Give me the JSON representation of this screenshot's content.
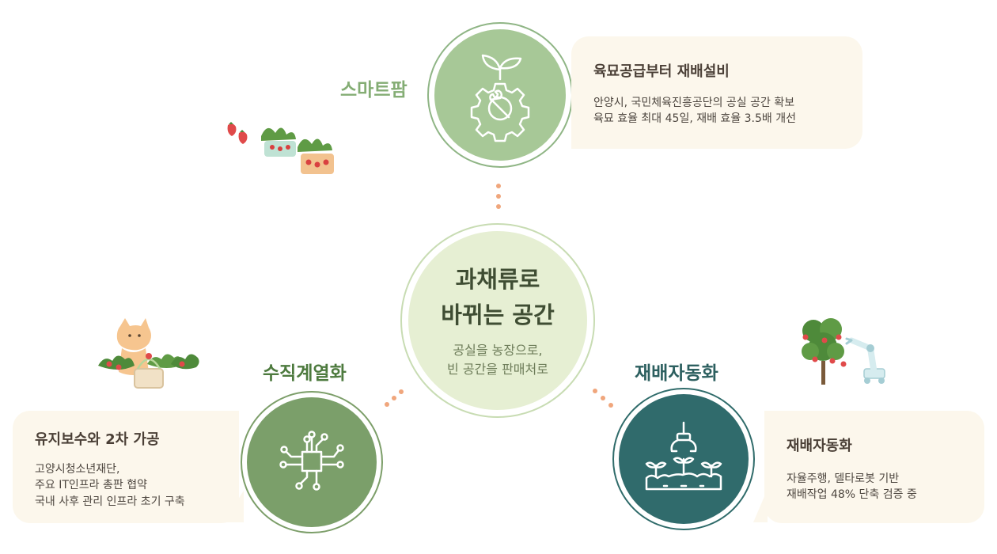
{
  "center": {
    "title_line1": "과채류로",
    "title_line2": "바뀌는 공간",
    "subtitle_line1": "공실을 농장으로,",
    "subtitle_line2": "빈 공간을 판매처로"
  },
  "nodes": {
    "top": {
      "label": "스마트팜",
      "icon": "sprout-gear-icon"
    },
    "left": {
      "label": "수직계열화",
      "icon": "circuit-chip-icon"
    },
    "right": {
      "label": "재배자동화",
      "icon": "robot-arm-planter-icon"
    }
  },
  "cards": {
    "top": {
      "title": "육묘공급부터 재배설비",
      "line1": "안양시, 국민체육진흥공단의 공실 공간 확보",
      "line2": "육묘 효율 최대 45일, 재배 효율 3.5배 개선"
    },
    "left": {
      "title": "유지보수와 2차 가공",
      "line1": "고양시청소년재단,",
      "line2": "주요 IT인프라 총판 협약",
      "line3": "국내 사후 관리 인프라 초기 구축"
    },
    "right": {
      "title": "재배자동화",
      "line1": "자율주행, 델타로봇 기반",
      "line2": "재배작업 48% 단축 검증 중"
    }
  },
  "illustrations": {
    "top_left": "strawberry-baskets-illustration",
    "left": "cat-strawberry-harvest-illustration",
    "right": "strawberry-plant-robot-arm-illustration"
  },
  "colors": {
    "top_circle": "#a7c897",
    "center_circle": "#e6efd3",
    "left_circle": "#7b9f6a",
    "right_circle": "#306b6c",
    "card_bg": "#fcf7ec",
    "dots": "#f0a67c"
  }
}
